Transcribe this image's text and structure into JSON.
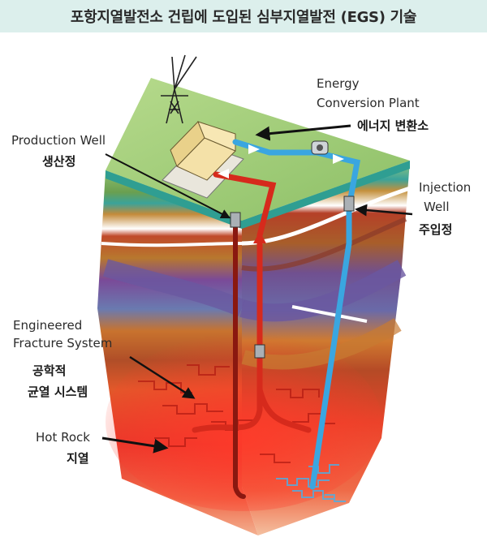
{
  "title": "포항지열발전소 건립에 도입된 심부지열발전 (EGS) 기술",
  "labels": {
    "energy_plant_en_1": "Energy",
    "energy_plant_en_2": "Conversion Plant",
    "energy_plant_ko": "에너지 변환소",
    "production_well_en": "Production Well",
    "production_well_ko": "생산정",
    "injection_well_en_1": "Injection",
    "injection_well_en_2": "Well",
    "injection_well_ko": "주입정",
    "fracture_en_1": "Engineered",
    "fracture_en_2": "Fracture System",
    "fracture_ko_1": "공학적",
    "fracture_ko_2": "균열 시스템",
    "hot_rock_en": "Hot Rock",
    "hot_rock_ko": "지열"
  },
  "colors": {
    "title_bg": "#dcefec",
    "surface_green": "#9ccb74",
    "hot_pipe": "#d62a1c",
    "cold_pipe": "#3aa6e0",
    "hot_rock": "#e8322a",
    "layer_purple": "#7a6aa8",
    "layer_orange": "#e09a3a"
  }
}
